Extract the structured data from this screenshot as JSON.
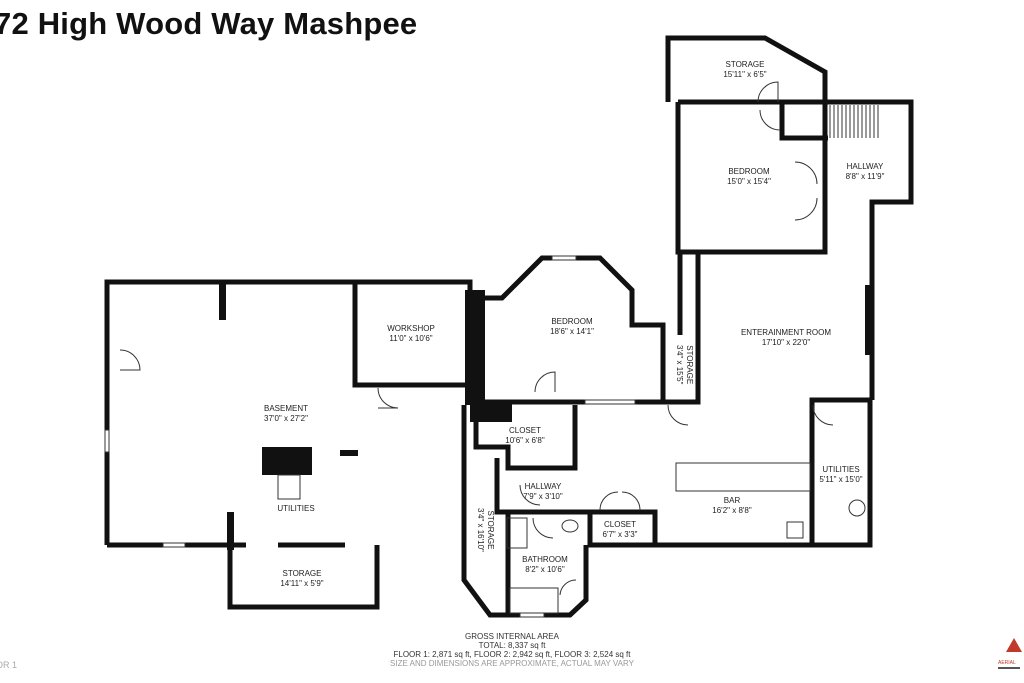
{
  "title": "72 High Wood Way Mashpee",
  "rooms": {
    "storage_top": {
      "name": "STORAGE",
      "dims": "15'11\" x 6'5\""
    },
    "bedroom_upper": {
      "name": "BEDROOM",
      "dims": "15'0\" x 15'4\""
    },
    "hallway_right": {
      "name": "HALLWAY",
      "dims": "8'8\" x 11'9\""
    },
    "entertainment": {
      "name": "ENTERAINMENT ROOM",
      "dims": "17'10\" x 22'0\""
    },
    "bedroom_mid": {
      "name": "BEDROOM",
      "dims": "18'6\" x 14'1\""
    },
    "storage_narrow": {
      "name": "STORAGE",
      "dims": "3'4\" x 15'5\""
    },
    "workshop": {
      "name": "WORKSHOP",
      "dims": "11'0\" x 10'6\""
    },
    "basement": {
      "name": "BASEMENT",
      "dims": "37'0\" x 27'2\""
    },
    "utilities_left": {
      "name": "UTILITIES"
    },
    "storage_bottom": {
      "name": "STORAGE",
      "dims": "14'11\" x 5'9\""
    },
    "closet_mid": {
      "name": "CLOSET",
      "dims": "10'6\" x 6'8\""
    },
    "hallway_mid": {
      "name": "HALLWAY",
      "dims": "7'9\" x 3'10\""
    },
    "storage_vertical": {
      "name": "STORAGE",
      "dims": "3'4\" x 16'10\""
    },
    "bathroom": {
      "name": "BATHROOM",
      "dims": "8'2\" x 10'6\""
    },
    "closet_small": {
      "name": "CLOSET",
      "dims": "6'7\" x 3'3\""
    },
    "bar": {
      "name": "BAR",
      "dims": "16'2\" x 8'8\""
    },
    "utilities_right": {
      "name": "UTILITIES",
      "dims": "5'11\" x 15'0\""
    }
  },
  "footer": {
    "heading": "GROSS INTERNAL AREA",
    "total": "TOTAL: 8,337 sq ft",
    "floors": "FLOOR 1: 2,871 sq ft, FLOOR 2: 2,942 sq ft, FLOOR 3: 2,524 sq ft",
    "disclaimer": "SIZE AND DIMENSIONS ARE APPROXIMATE, ACTUAL MAY VARY"
  },
  "floor_label": "OR 1",
  "logo_text": "AERIAL",
  "colors": {
    "wall": "#111111",
    "background": "#ffffff",
    "logo": "#c0392b"
  }
}
